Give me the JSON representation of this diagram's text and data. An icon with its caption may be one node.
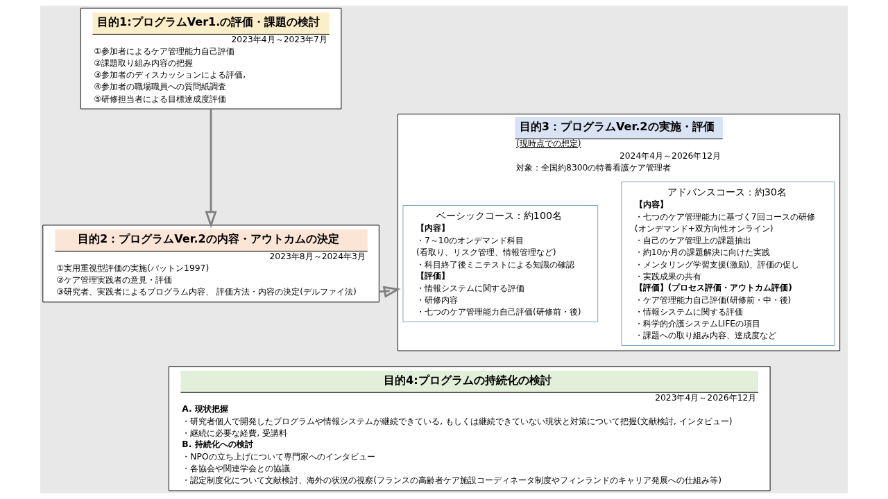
{
  "diagram": {
    "nodes": [
      {
        "text": [
          "目的1:プログラムVer1.の評価・課題の検討",
          "2023年4月～2023年7月",
          "①参加者によるケア管理能力自己評価",
          "②課題取り組み内容の把握",
          "③参加者のディスカッションによる評価,",
          "④参加者の職場職員への質問紙調査",
          "⑤研修担当者による目標達成度評価"
        ]
      },
      {
        "text": [
          "目的2：プログラムVer.2の内容・アウトカムの決定",
          "2023年8月～2024年3月",
          "①実用重視型評価の実施(パットン1997)",
          "②ケア管理実践者の意見・評価",
          "③研究者、実践者によるプログラム内容、 評価方法・内容の決定(デルファイ法)"
        ]
      },
      {
        "text": [
          "目的3：プログラムVer.2の実施・評価",
          "(現時点での想定)",
          "2024年4月～2026年12月",
          "対象：全国約8300の特養看護ケア管理者"
        ]
      },
      {
        "text": [
          "ベーシックコース：約100名",
          "【内容】",
          "・7～10のオンデマンド科目",
          "(看取り、リスク管理、情報管理など)",
          "・科目終了後ミニテストによる知識の確認",
          "【評価】",
          "・情報システムに関する評価",
          "・研修内容",
          "・七つのケア管理能力自己評価(研修前・後)"
        ],
        "in": 2
      },
      {
        "text": [
          "アドバンスコース：約30名",
          "【内容】",
          "・七つのケア管理能力に基づく7回コースの研修",
          "(オンデマンド+双方向性オンライン)",
          "・自己のケア管理上の課題抽出",
          "・約10か月の課題解決に向けた実践",
          "・メンタリング学習支援(激励)、評価の促し",
          "・実践成果の共有",
          "【評価】(プロセス評価・アウトカム評価)",
          "・ケア管理能力自己評価(研修前・中・後)",
          "・情報システムに関する評価",
          "・科学的介護システムLIFEの項目",
          "・課題への取り組み内容、達成度など"
        ],
        "in": 2
      },
      {
        "text": [
          "目的4:プログラムの持続化の検討",
          "2023年4月～2026年12月",
          "A. 現状把握",
          "・研究者個人で開発したプログラムや情報システムが継続できている, もしくは継続できていない現状と対策について把握(文献検討, インタビュー)",
          "・継続に必要な経費, 受講料",
          "B. 持続化への検討",
          "・NPOの立ち上げについて専門家へのインタビュー",
          "・各協会や関連学会との協議",
          "・認定制度化について文献検討、海外の状況の視察(フランスの高齢者ケア施設コーディネータ制度やフィンランドのキャリア発展への仕組み等)"
        ]
      }
    ],
    "edges": [
      {
        "from": 0,
        "to": 1,
        "arrow": "to"
      },
      {
        "from": 1,
        "to": 2,
        "arrow": "to"
      }
    ]
  }
}
